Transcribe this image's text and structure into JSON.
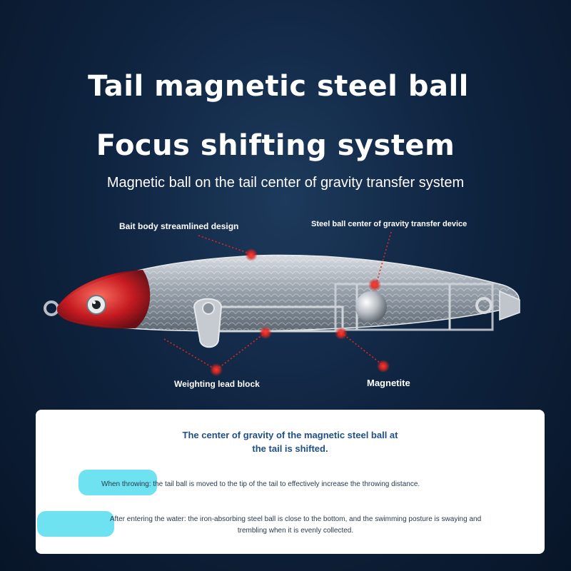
{
  "header": {
    "title_line1": "Tail magnetic steel ball",
    "title_line2": "Focus shifting system",
    "subtitle": "Magnetic ball on the tail  center of gravity transfer system"
  },
  "callouts": {
    "body_design": "Bait body streamlined design",
    "transfer_device": "Steel ball center of gravity transfer device",
    "lead_block": "Weighting lead block",
    "magnetite": "Magnetite"
  },
  "panel": {
    "heading_line1": "The center of gravity of the magnetic steel ball at",
    "heading_line2": "the tail is shifted.",
    "throwing_label": "When throwing",
    "throwing_text": ": the tail ball is moved to the tip of the tail to effectively increase the throwing distance.",
    "water_label": "After entering the water",
    "water_text_line1": ": the iron-absorbing steel ball is close to the bottom, and the swimming posture is swaying and",
    "water_text_line2": "trembling when it is evenly collected."
  },
  "colors": {
    "background": "#0f2440",
    "accent_red": "#e0261f",
    "pill_cyan": "#6ee2f0",
    "heading_blue": "#1f4f86"
  }
}
